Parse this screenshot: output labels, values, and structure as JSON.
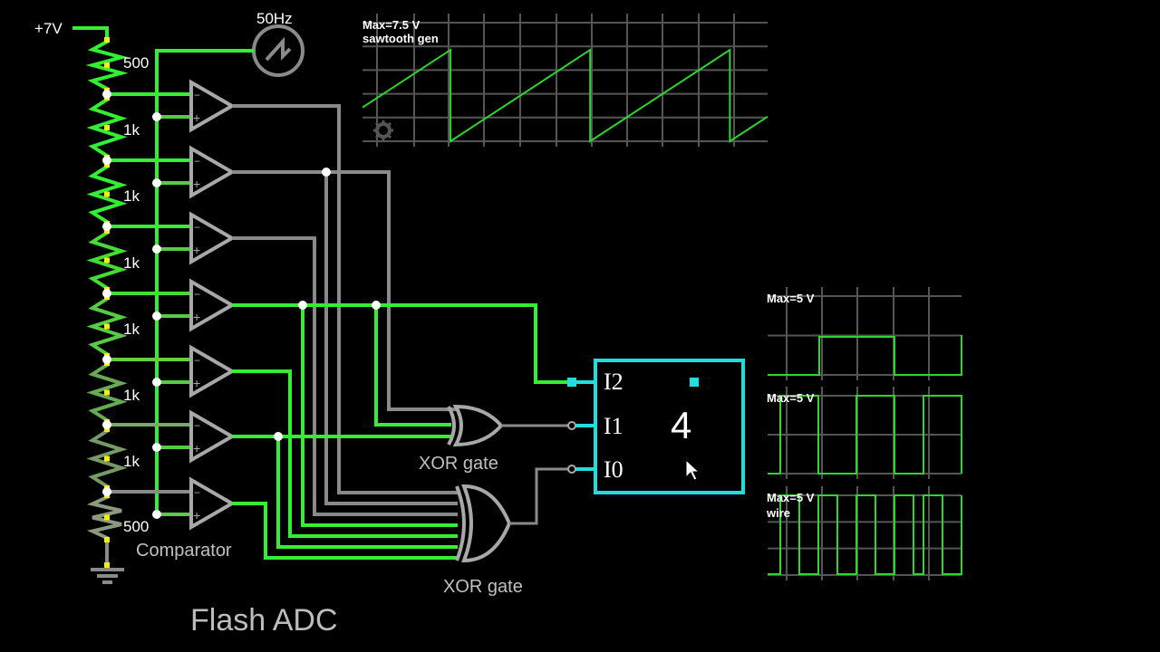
{
  "title": "Flash ADC",
  "supply": {
    "label": "+7V"
  },
  "source": {
    "label": "50Hz",
    "icon": "sawtooth-source-icon"
  },
  "resistors": [
    {
      "label": "500"
    },
    {
      "label": "1k"
    },
    {
      "label": "1k"
    },
    {
      "label": "1k"
    },
    {
      "label": "1k"
    },
    {
      "label": "1k"
    },
    {
      "label": "1k"
    },
    {
      "label": "500"
    }
  ],
  "comparator": {
    "label": "Comparator",
    "minus": "−",
    "plus": "+"
  },
  "xor_gates": [
    {
      "label": "XOR gate"
    },
    {
      "label": "XOR gate"
    }
  ],
  "display": {
    "inputs": [
      "I2",
      "I1",
      "I0"
    ],
    "value": "4",
    "accent": "#22dddd"
  },
  "colors": {
    "high": "#33ee33",
    "low": "#8a8a8a",
    "scope_trace": "#2fd42f"
  },
  "scopes": [
    {
      "name": "sawtooth",
      "line1": "Max=7.5 V",
      "line2": "sawtooth gen",
      "icon": "gear-icon",
      "chart_type": "line",
      "waveform": "sawtooth",
      "max_volts": 7.5,
      "periods_visible": 2.9
    },
    {
      "name": "bit2",
      "line1": "Max=5 V",
      "line2": "",
      "chart_type": "line",
      "waveform": "square",
      "levels": [
        0,
        0,
        1,
        1,
        0,
        0,
        1
      ]
    },
    {
      "name": "bit1",
      "line1": "Max=5 V",
      "line2": "",
      "chart_type": "line",
      "waveform": "square",
      "levels": [
        0,
        1,
        0,
        1,
        0,
        1,
        0,
        1
      ]
    },
    {
      "name": "bit0",
      "line1": "Max=5 V",
      "line2": "wire",
      "chart_type": "line",
      "waveform": "square",
      "levels": [
        0,
        1,
        0,
        1,
        0,
        1,
        0,
        1,
        0,
        1,
        0,
        1,
        0,
        1
      ]
    }
  ],
  "chart_data": [
    {
      "type": "line",
      "title": "Max=7.5 V sawtooth gen",
      "ylim": [
        0,
        7.5
      ],
      "series": [
        {
          "name": "sawtooth",
          "shape": "sawtooth",
          "peak": 7.5,
          "cycles": 2.9
        }
      ]
    },
    {
      "type": "line",
      "title": "Max=5 V",
      "ylim": [
        0,
        5
      ],
      "series": [
        {
          "name": "I2 bit",
          "levels": [
            0,
            0,
            1,
            1,
            0,
            0,
            1
          ]
        }
      ]
    },
    {
      "type": "line",
      "title": "Max=5 V",
      "ylim": [
        0,
        5
      ],
      "series": [
        {
          "name": "I1 bit",
          "levels": [
            0,
            1,
            0,
            1,
            0,
            1,
            0,
            1
          ]
        }
      ]
    },
    {
      "type": "line",
      "title": "Max=5 V wire",
      "ylim": [
        0,
        5
      ],
      "series": [
        {
          "name": "I0 bit",
          "levels": [
            0,
            1,
            0,
            1,
            0,
            1,
            0,
            1,
            0,
            1,
            0,
            1,
            0,
            1
          ]
        }
      ]
    }
  ]
}
